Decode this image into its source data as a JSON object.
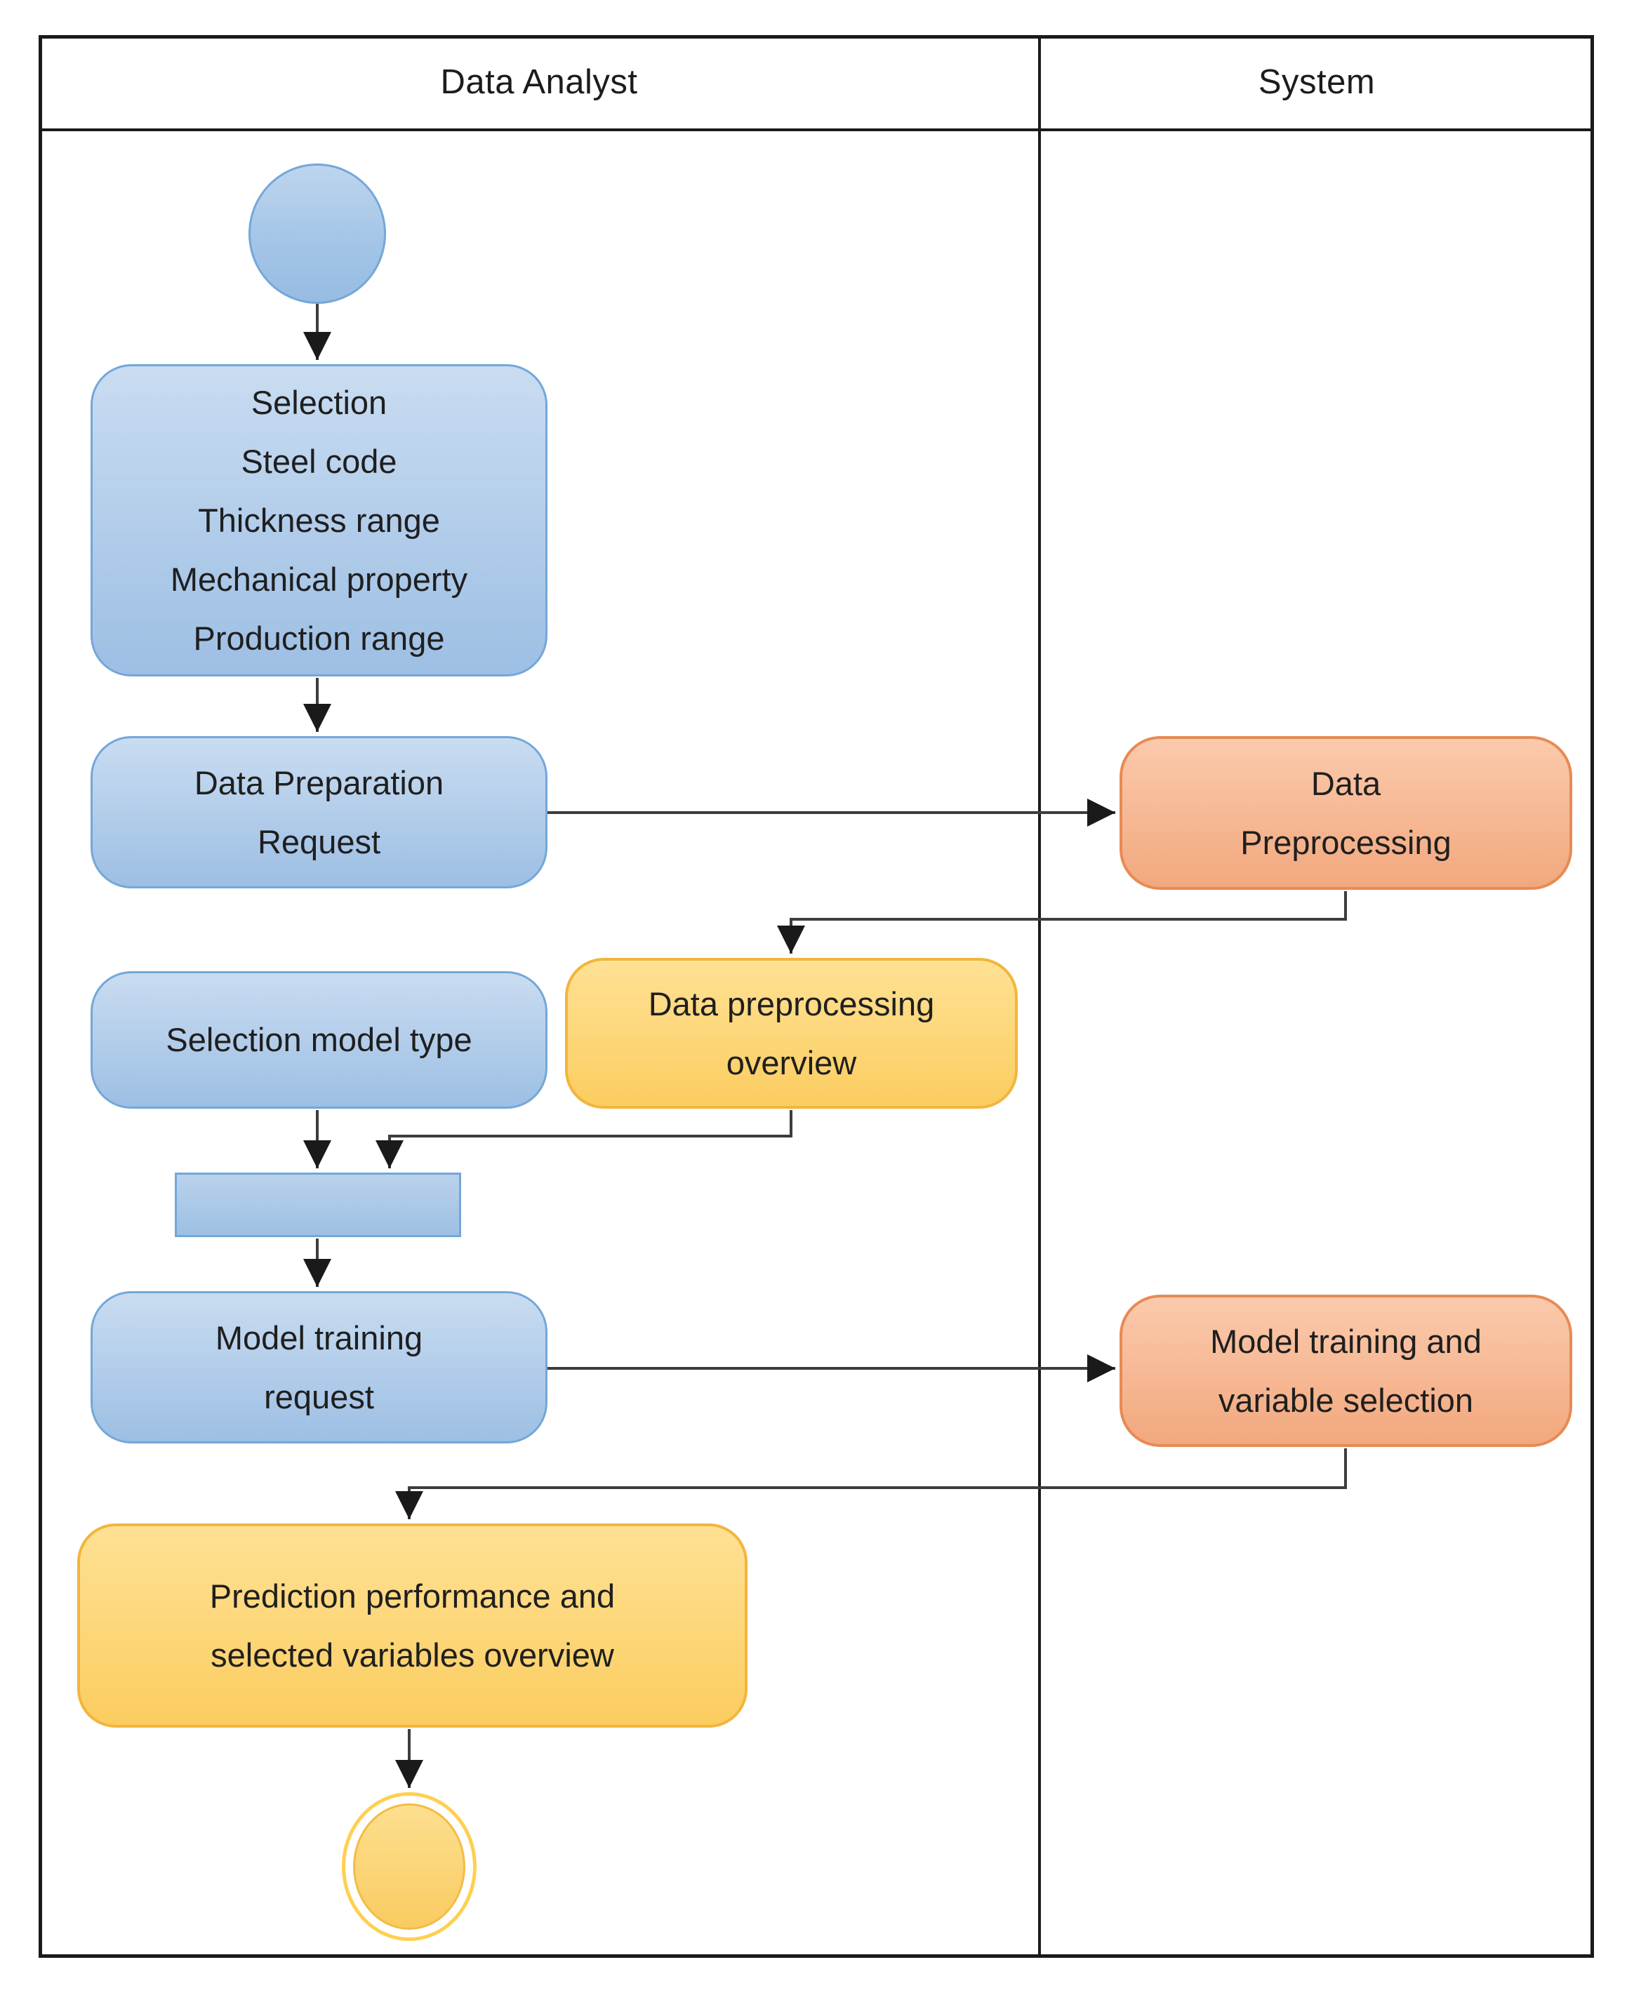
{
  "lanes": [
    {
      "title": "Data Analyst"
    },
    {
      "title": "System"
    }
  ],
  "nodes": {
    "start": {
      "type": "initial-node"
    },
    "selection_criteria": {
      "lines": [
        "Selection",
        "Steel code",
        "Thickness range",
        "Mechanical property",
        "Production range"
      ],
      "lane": "Data Analyst"
    },
    "data_preparation_request": {
      "lines": [
        "Data Preparation",
        "Request"
      ],
      "lane": "Data Analyst"
    },
    "data_preprocessing": {
      "lines": [
        "Data",
        "Preprocessing"
      ],
      "lane": "System"
    },
    "data_preprocessing_overview": {
      "lines": [
        "Data preprocessing",
        "overview"
      ],
      "lane": "Data Analyst"
    },
    "selection_model_type": {
      "lines": [
        "Selection model type"
      ],
      "lane": "Data Analyst"
    },
    "join_bar": {
      "type": "join-synchronization-bar",
      "lane": "Data Analyst"
    },
    "model_training_request": {
      "lines": [
        "Model training",
        "request"
      ],
      "lane": "Data Analyst"
    },
    "model_training_variable_selection": {
      "lines": [
        "Model training and",
        "variable selection"
      ],
      "lane": "System"
    },
    "prediction_performance_overview": {
      "lines": [
        "Prediction performance and",
        "selected variables overview"
      ],
      "lane": "Data Analyst"
    },
    "end": {
      "type": "final-node"
    }
  },
  "colors": {
    "blue_fill_top": "#c9dcf1",
    "blue_fill_bottom": "#9dbfe4",
    "blue_border": "#74a7d8",
    "orange_fill_top": "#fbcaac",
    "orange_fill_bottom": "#f2a87e",
    "orange_border": "#e88a54",
    "yellow_fill_top": "#ffe194",
    "yellow_fill_bottom": "#fbcd60",
    "yellow_border": "#f2b53d",
    "connector": "#3d3d3d",
    "frame_border": "#1a1a1a",
    "text": "#1f1f1f"
  }
}
